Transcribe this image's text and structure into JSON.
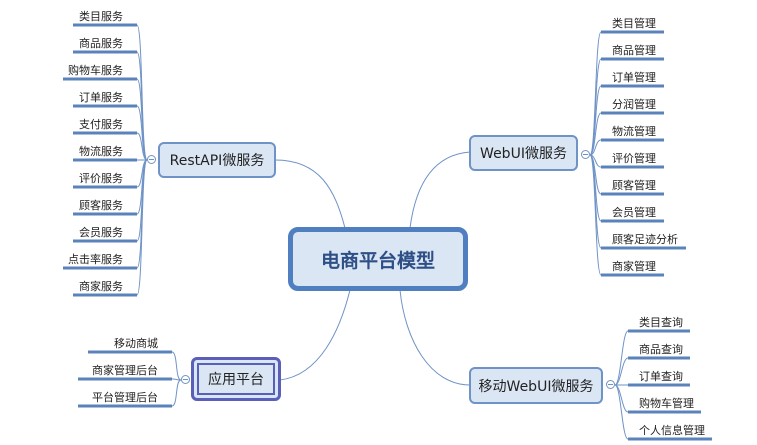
{
  "central": "电商平台模型",
  "branches": {
    "restapi": {
      "label": "RestAPI微服务",
      "items": [
        "类目服务",
        "商品服务",
        "购物车服务",
        "订单服务",
        "支付服务",
        "物流服务",
        "评价服务",
        "顾客服务",
        "会员服务",
        "点击率服务",
        "商家服务"
      ]
    },
    "webui": {
      "label": "WebUI微服务",
      "items": [
        "类目管理",
        "商品管理",
        "订单管理",
        "分润管理",
        "物流管理",
        "评价管理",
        "顾客管理",
        "会员管理",
        "顾客足迹分析",
        "商家管理"
      ]
    },
    "platform": {
      "label": "应用平台",
      "items": [
        "移动商城",
        "商家管理后台",
        "平台管理后台"
      ]
    },
    "mobile": {
      "label": "移动WebUI微服务",
      "items": [
        "类目查询",
        "商品查询",
        "订单查询",
        "购物车管理",
        "个人信息管理"
      ]
    }
  },
  "colors": {
    "line": "#5b83bb",
    "node_fill": "#dbe6f4",
    "central_border": "#4f7fc1",
    "platform_border": "#5a5fb8"
  }
}
